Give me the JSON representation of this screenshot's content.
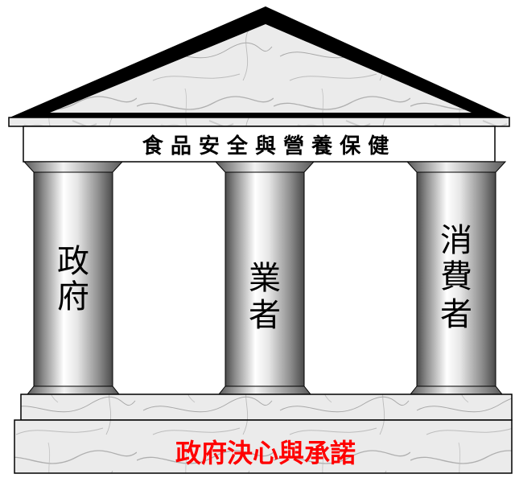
{
  "diagram": {
    "beam_label": "食 品 安 全 與 營 養 保 健",
    "pillars": [
      {
        "label": "政府",
        "chars": [
          "政",
          "府"
        ]
      },
      {
        "label": "業者",
        "chars": [
          "業",
          "者"
        ]
      },
      {
        "label": "消費者",
        "chars": [
          "消",
          "費",
          "者"
        ]
      }
    ],
    "foundation_label": "政府決心與承諾",
    "colors": {
      "foundation_text": "#ff0000",
      "outline": "#000000",
      "marble_base": "#ebebeb",
      "marble_vein": "#8c8c8c"
    }
  }
}
